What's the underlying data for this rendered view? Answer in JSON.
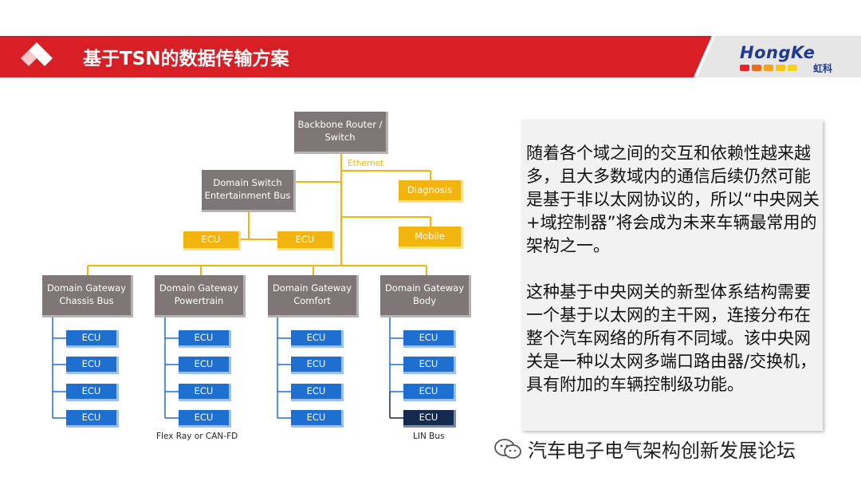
{
  "slide_title": "基于TSN的数据传输方案",
  "logo": {
    "name": "HongKe",
    "cn": "虹科",
    "dot_colors": [
      "#e8262a",
      "#f06a1c",
      "#f5a11a",
      "#f7c51a",
      "#f6d21c"
    ]
  },
  "colors": {
    "title_red": "#d91f26",
    "node_grey": "#7f7677",
    "node_yellow": "#f2b40f",
    "node_blue": "#1f6fd1",
    "node_navy": "#152a4e"
  },
  "diagram": {
    "backbone": "Backbone Router / Switch",
    "ethernet_label": "Ethernet",
    "diagnosis": "Diagnosis",
    "mobile": "Mobile",
    "domain_switch": "Domain Switch Entertainment Bus",
    "switch_ecus": [
      "ECU",
      "ECU"
    ],
    "gateways": [
      {
        "name": "Domain Gateway Chassis Bus",
        "ecus": [
          "ECU",
          "ECU",
          "ECU",
          "ECU"
        ]
      },
      {
        "name": "Domain Gateway Powertrain",
        "ecus": [
          "ECU",
          "ECU",
          "ECU",
          "ECU"
        ]
      },
      {
        "name": "Domain Gateway Comfort",
        "ecus": [
          "ECU",
          "ECU",
          "ECU",
          "ECU"
        ]
      },
      {
        "name": "Domain Gateway Body",
        "ecus": [
          "ECU",
          "ECU",
          "ECU",
          "ECU"
        ]
      }
    ],
    "bus_label_powertrain": "Flex Ray or CAN-FD",
    "bus_label_body": "LIN Bus"
  },
  "text_panel": {
    "para1": "随着各个域之间的交互和依赖性越来越多，且大多数域内的通信后续仍然可能是基于非以太网协议的，所以“中央网关+域控制器”将会成为未来车辆最常用的架构之一。",
    "para2": "这种基于中央网关的新型体系结构需要一个基于以太网的主干网，连接分布在整个汽车网络的所有不同域。该中央网关是一种以太网多端口路由器/交换机，具有附加的车辆控制级功能。"
  },
  "watermark": "汽车电子电气架构创新发展论坛"
}
